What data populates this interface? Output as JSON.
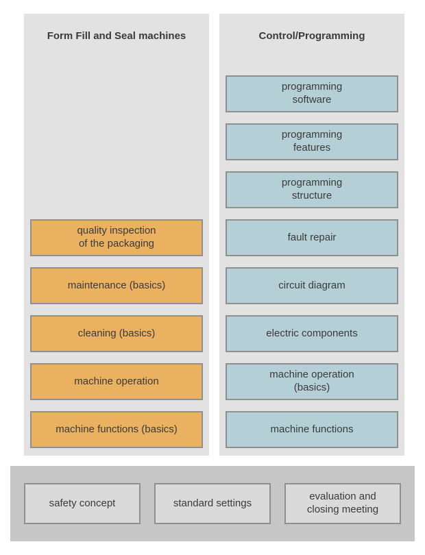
{
  "colors": {
    "panel": "#e2e2e2",
    "orange": "#eab160",
    "blue": "#b5cfd7",
    "bar": "#c6c6c6",
    "bottomBox": "#dadada",
    "border": "#8f8f8f",
    "text": "#3a3a3a"
  },
  "left_column": {
    "title": "Form Fill and Seal machines",
    "items": [
      "quality inspection\nof the packaging",
      "maintenance (basics)",
      "cleaning (basics)",
      "machine operation",
      "machine functions (basics)"
    ]
  },
  "right_column": {
    "title": "Control/Programming",
    "items": [
      "programming\nsoftware",
      "programming\nfeatures",
      "programming\nstructure",
      "fault repair",
      "circuit diagram",
      "electric components",
      "machine operation\n(basics)",
      "machine functions"
    ]
  },
  "bottom_bar": {
    "items": [
      "safety concept",
      "standard settings",
      "evaluation and\nclosing meeting"
    ]
  }
}
